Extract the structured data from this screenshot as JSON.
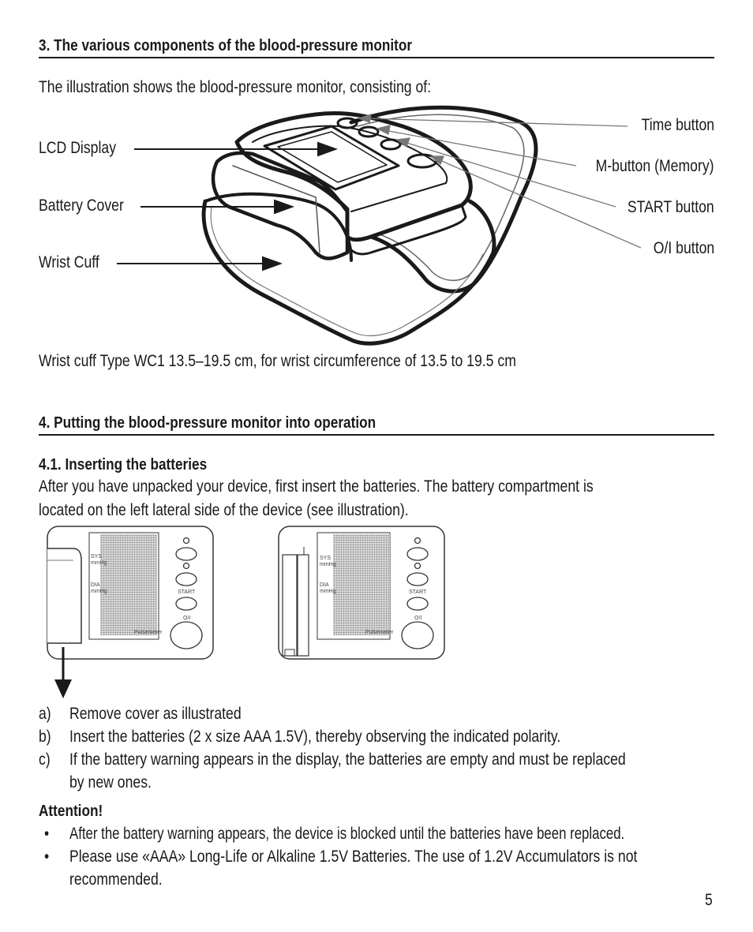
{
  "section3": {
    "heading": "3. The various components of the blood-pressure monitor",
    "intro": "The illustration shows the blood-pressure monitor, consisting of:",
    "labels": {
      "lcd": "LCD Display",
      "battery_cover": "Battery Cover",
      "wrist_cuff": "Wrist Cuff",
      "time_button": "Time button",
      "m_button": "M-button (Memory)",
      "start_button": "START button",
      "oi_button": "O/I button"
    },
    "cuff_note": "Wrist cuff Type WC1 13.5–19.5 cm, for wrist circumference of 13.5 to 19.5 cm"
  },
  "section4": {
    "heading": "4. Putting the blood-pressure monitor into operation",
    "sub_heading": "4.1. Inserting the batteries",
    "para_line1": "After you have unpacked your device, first insert the batteries. The battery compartment is",
    "para_line2": "located on the left lateral side of the device (see illustration).",
    "device_labels": {
      "sys": "SYS",
      "dia": "DIA",
      "unit": "mmHg",
      "start": "START",
      "oi": "O/I",
      "brand": "Pulsemeter"
    },
    "steps": [
      {
        "marker": "a)",
        "lines": [
          "Remove cover as illustrated"
        ]
      },
      {
        "marker": "b)",
        "lines": [
          "Insert the batteries (2 x size AAA 1.5V), thereby observing the indicated polarity."
        ]
      },
      {
        "marker": "c)",
        "lines": [
          "If the battery warning appears in the display, the batteries are empty and must be replaced",
          "by new ones."
        ]
      }
    ],
    "attention": "Attention!",
    "bullets": [
      {
        "marker": "•",
        "lines": [
          "After the battery warning appears, the device is blocked until the batteries have been replaced."
        ]
      },
      {
        "marker": "•",
        "lines": [
          "Please use «AAA» Long-Life or Alkaline 1.5V Batteries. The use of 1.2V Accumulators is not",
          "recommended."
        ]
      }
    ]
  },
  "page_number": "5"
}
